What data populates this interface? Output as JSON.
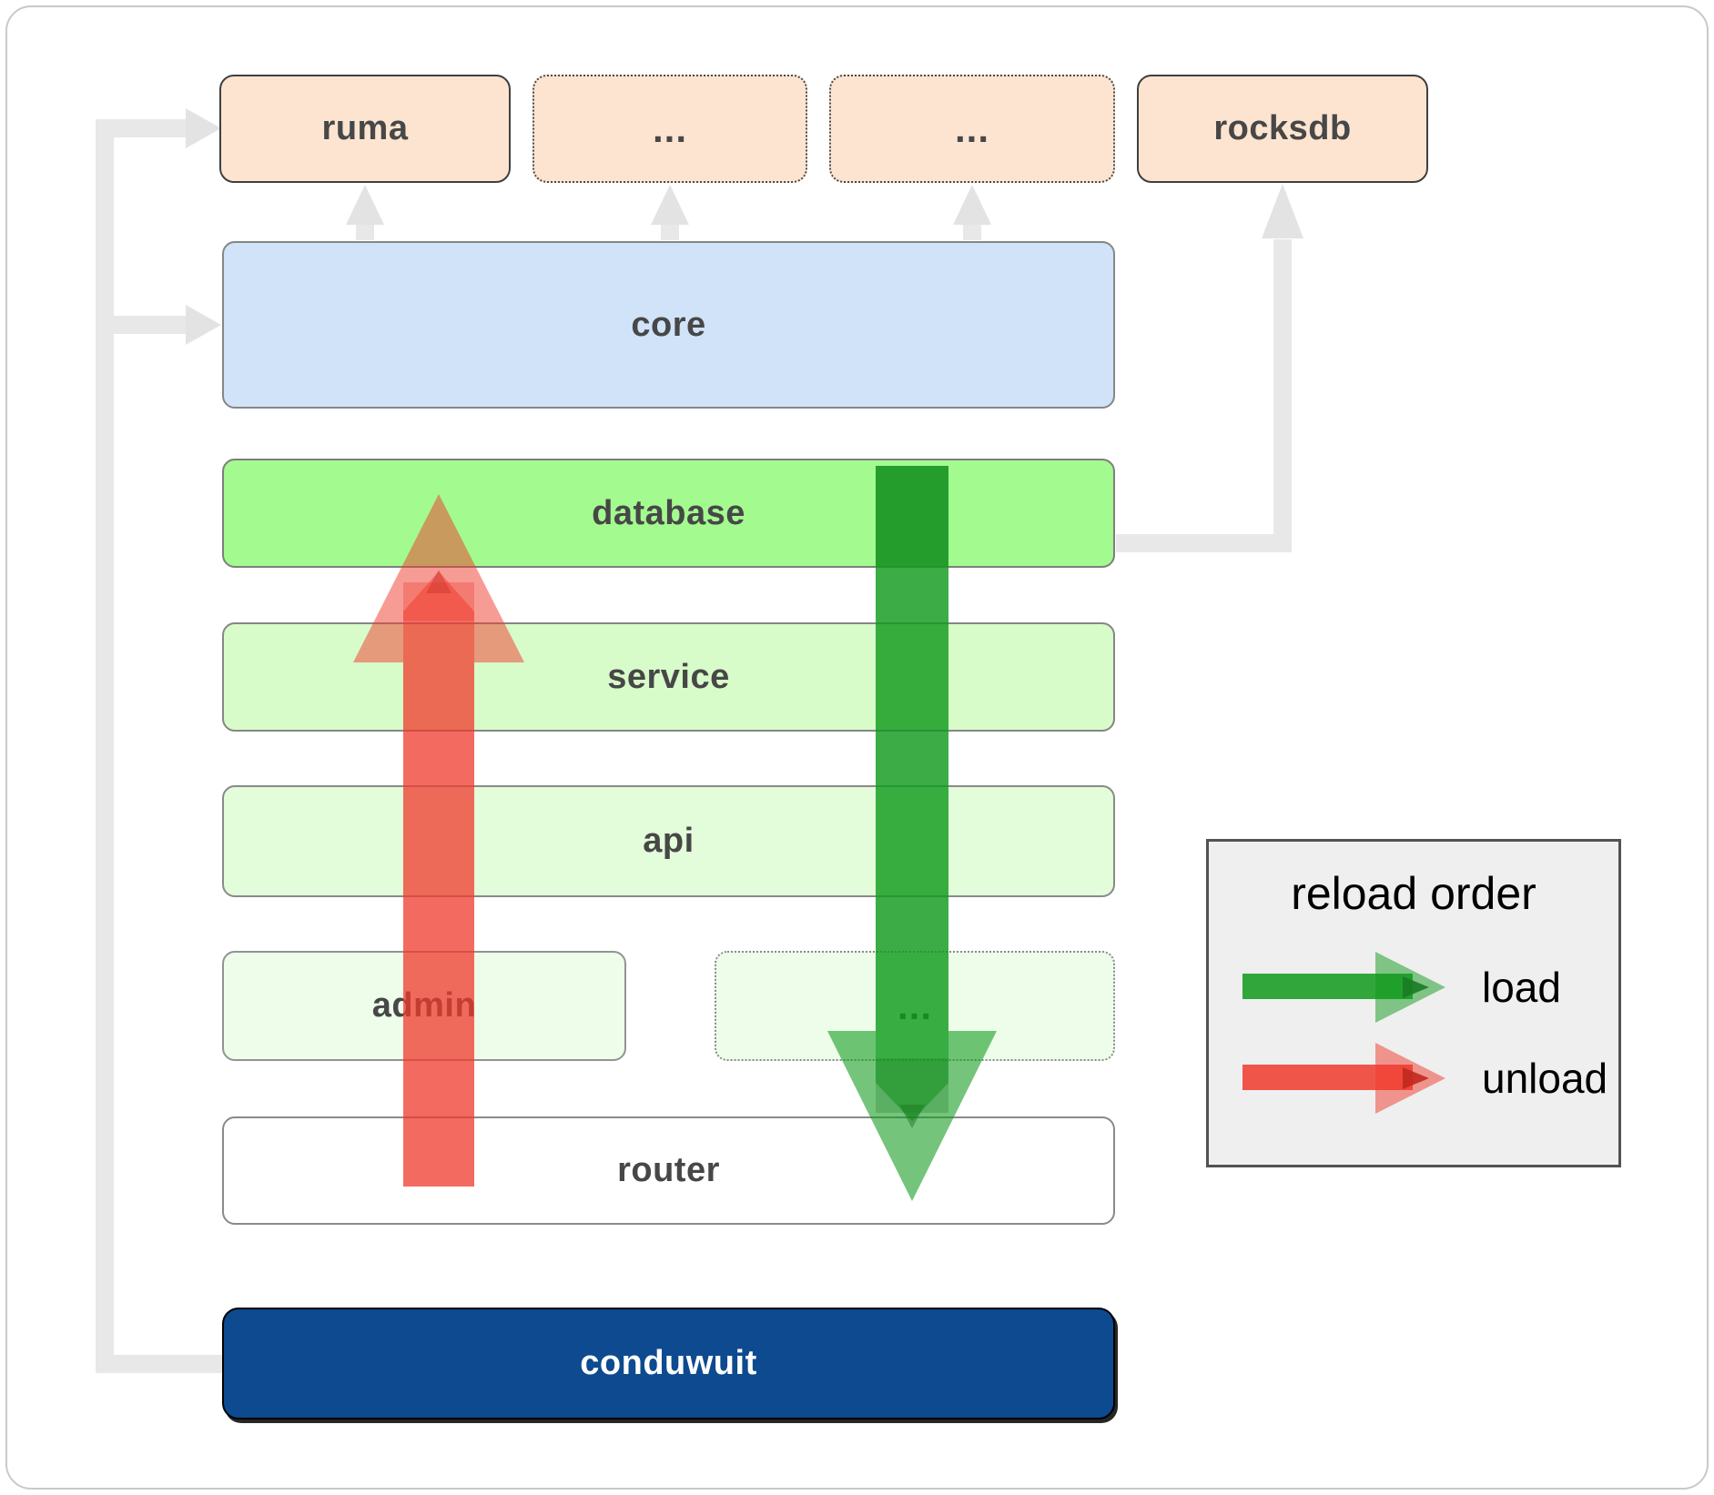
{
  "nodes": {
    "ruma": "ruma",
    "ellipsis_top_1": "...",
    "ellipsis_top_2": "...",
    "rocksdb": "rocksdb",
    "core": "core",
    "database": "database",
    "service": "service",
    "api": "api",
    "admin": "admin",
    "ellipsis_admin": "...",
    "router": "router",
    "conduwuit": "conduwuit"
  },
  "legend": {
    "title": "reload order",
    "items": [
      {
        "label": "load",
        "color": "#0f9a1b"
      },
      {
        "label": "unload",
        "color": "#f03a2c"
      }
    ]
  },
  "colors": {
    "load_green": "#0f9a1b",
    "load_green_dark": "#1b7a23",
    "unload_red": "#f03a2c",
    "unload_red_dark": "#c0281f",
    "connector_gray": "#e8e8e8",
    "connector_head_gray": "#e3e3e3",
    "ruma_fill": "#fce4d1",
    "core_fill": "#d0e3f8",
    "database_fill": "#a3fa8f",
    "service_fill": "#d8fbca",
    "api_fill": "#e3fcd9",
    "admin_fill": "#edfdea",
    "router_fill": "#ffffff",
    "conduwuit_fill": "#0d4a8f"
  }
}
